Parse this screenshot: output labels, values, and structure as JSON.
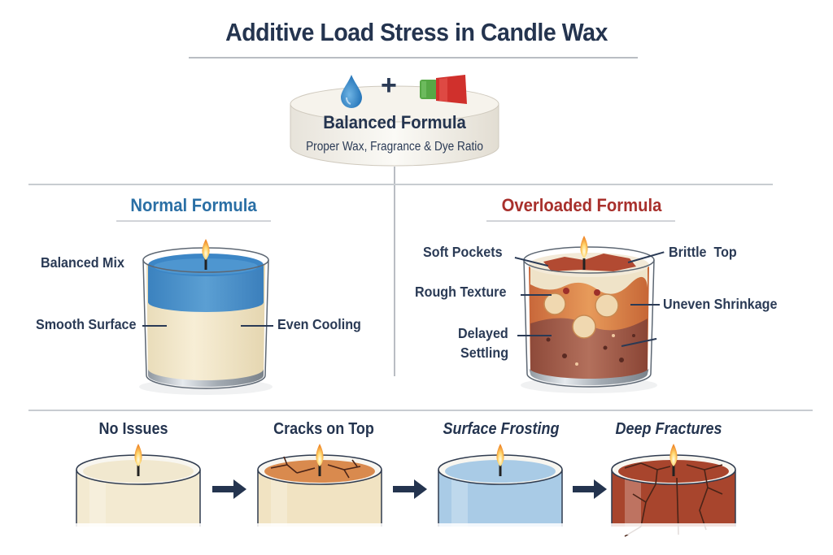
{
  "title": "Additive Load Stress in Candle Wax",
  "header": {
    "icons": [
      "water-drop-icon",
      "plus-icon",
      "dye-block-icon"
    ],
    "plus": "+",
    "disk_title": "Balanced Formula",
    "disk_subtitle": "Proper Wax, Fragrance & Dye Ratio"
  },
  "normal": {
    "title": "Normal Formula",
    "title_color": "#2a6fa5",
    "labels": {
      "balanced_mix": "Balanced Mix",
      "smooth_surface": "Smooth Surface",
      "even_cooling": "Even Cooling"
    }
  },
  "overloaded": {
    "title": "Overloaded Formula",
    "title_color": "#a8302c",
    "labels": {
      "soft_pockets": "Soft Pockets",
      "brittle_top": "Brittle  Top",
      "rough_texture": "Rough Texture",
      "uneven_shrinkage": "Uneven Shrinkage",
      "delayed": "Delayed",
      "settling": "Settling"
    }
  },
  "stages": [
    {
      "label": "No Issues",
      "italic": false,
      "color": "#f1e8cf"
    },
    {
      "label": "Cracks on Top",
      "italic": false,
      "color": "#d98a4e"
    },
    {
      "label": "Surface Frosting",
      "italic": true,
      "color": "#a9cbe6"
    },
    {
      "label": "Deep Fractures",
      "italic": true,
      "color": "#a8452d"
    }
  ],
  "colors": {
    "text_dark": "#24344f",
    "arrow": "#24344f"
  }
}
